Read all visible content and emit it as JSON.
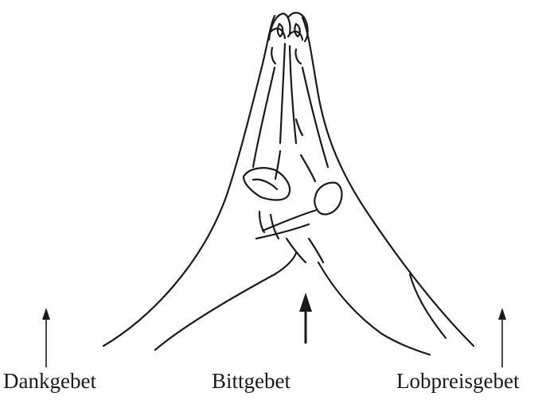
{
  "labels": {
    "left": "Dankgebet",
    "center": "Bittgebet",
    "right": "Lobpreisgebet"
  },
  "icons": {
    "hands": "praying-hands-icon",
    "arrow": "arrow-up-icon"
  },
  "colors": {
    "ink": "#1a1a1a",
    "background": "#ffffff"
  }
}
